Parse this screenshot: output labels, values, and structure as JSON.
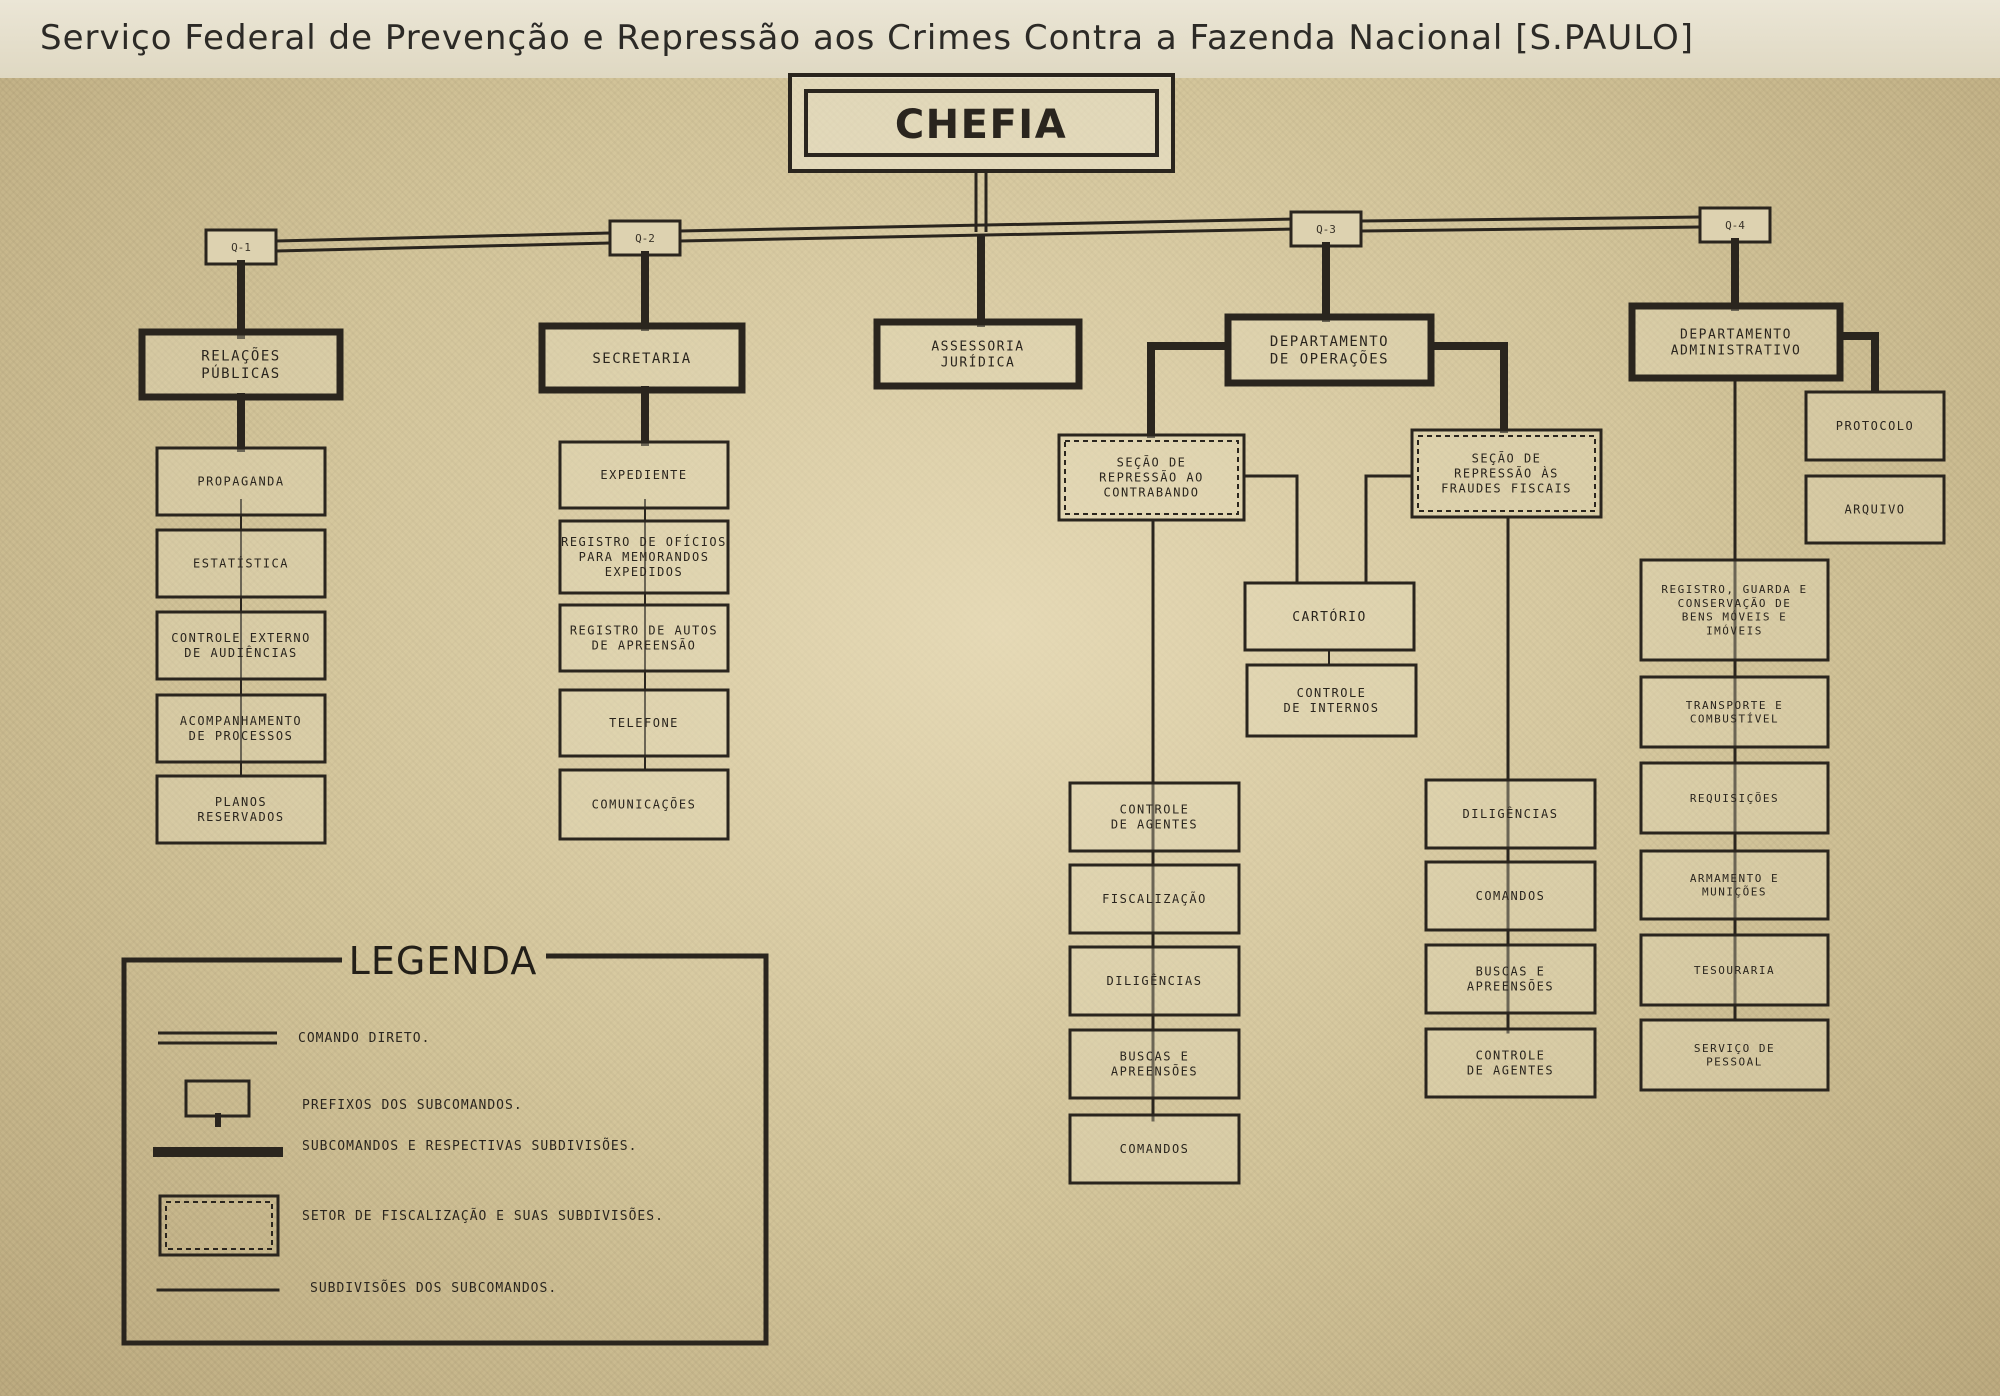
{
  "header": {
    "title": "Serviço Federal de Prevenção e Repressão aos Crimes Contra a Fazenda Nacional [S.PAULO]"
  },
  "chefia": "CHEFIA",
  "prefixes": [
    "Q-1",
    "Q-2",
    "Q-3",
    "Q-4"
  ],
  "branches": {
    "relacoes_publicas": {
      "title": [
        "RELAÇÕES",
        "PÚBLICAS"
      ],
      "items": [
        [
          "PROPAGANDA"
        ],
        [
          "ESTATÍSTICA"
        ],
        [
          "CONTROLE EXTERNO",
          "DE AUDIÊNCIAS"
        ],
        [
          "ACOMPANHAMENTO",
          "DE PROCESSOS"
        ],
        [
          "PLANOS",
          "RESERVADOS"
        ]
      ]
    },
    "secretaria": {
      "title": [
        "SECRETARIA"
      ],
      "items": [
        [
          "EXPEDIENTE"
        ],
        [
          "REGISTRO DE OFÍCIOS",
          "PARA MEMORANDOS",
          "EXPEDIDOS"
        ],
        [
          "REGISTRO DE AUTOS",
          "DE APREENSÃO"
        ],
        [
          "TELEFONE"
        ],
        [
          "COMUNICAÇÕES"
        ]
      ]
    },
    "assessoria": {
      "title": [
        "ASSESSORIA",
        "JURÍDICA"
      ]
    },
    "operacoes": {
      "title": [
        "DEPARTAMENTO",
        "DE OPERAÇÕES"
      ],
      "contrabando": {
        "title": [
          "SEÇÃO DE",
          "REPRESSÃO AO",
          "CONTRABANDO"
        ],
        "items": [
          [
            "CONTROLE",
            "DE AGENTES"
          ],
          [
            "FISCALIZAÇÃO"
          ],
          [
            "DILIGÊNCIAS"
          ],
          [
            "BUSCAS E",
            "APREENSÕES"
          ],
          [
            "COMANDOS"
          ]
        ]
      },
      "fraudes": {
        "title": [
          "SEÇÃO DE",
          "REPRESSÃO ÀS",
          "FRAUDES FISCAIS"
        ],
        "items": [
          [
            "DILIGÊNCIAS"
          ],
          [
            "COMANDOS"
          ],
          [
            "BUSCAS E",
            "APREENSÕES"
          ],
          [
            "CONTROLE",
            "DE AGENTES"
          ]
        ]
      },
      "cartorio": [
        "CARTÓRIO"
      ],
      "controle_interno": [
        "CONTROLE",
        "DE INTERNOS"
      ]
    },
    "administrativo": {
      "title": [
        "DEPARTAMENTO",
        "ADMINISTRATIVO"
      ],
      "side_items": [
        [
          "PROTOCOLO"
        ],
        [
          "ARQUIVO"
        ]
      ],
      "items": [
        [
          "REGISTRO, GUARDA E",
          "CONSERVAÇÃO DE",
          "BENS MÓVEIS E",
          "IMÓVEIS"
        ],
        [
          "TRANSPORTE E",
          "COMBUSTÍVEL"
        ],
        [
          "REQUISIÇÕES"
        ],
        [
          "ARMAMENTO E",
          "MUNIÇÕES"
        ],
        [
          "TESOURARIA"
        ],
        [
          "SERVIÇO DE",
          "PESSOAL"
        ]
      ]
    }
  },
  "legend": {
    "title": "LEGENDA",
    "entries": [
      "COMANDO DIRETO.",
      "PREFIXOS DOS SUBCOMANDOS.",
      "SUBCOMANDOS E RESPECTIVAS SUBDIVISÕES.",
      "SETOR DE FISCALIZAÇÃO E SUAS SUBDIVISÕES.",
      "SUBDIVISÕES DOS SUBCOMANDOS."
    ]
  },
  "colors": {
    "ink": "#2a251e",
    "paper": "#d4c59c",
    "header": "#e6e0cc"
  }
}
